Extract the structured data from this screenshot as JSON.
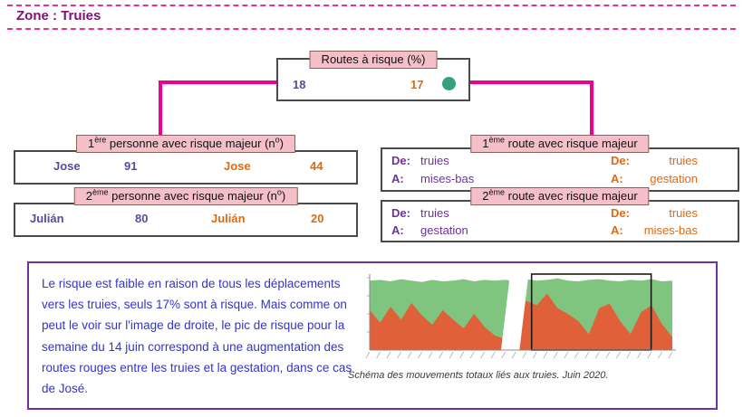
{
  "title": "Zone : Truies",
  "colors": {
    "accent_pink": "#EC008C",
    "tab_pink": "#F5BFCA",
    "purple_values": "#5B4A9E",
    "purple_routes": "#7030A0",
    "orange_values": "#E2690E",
    "status_green": "#35A377",
    "note_blue": "#3434CC",
    "panel_border_purple": "#7030A0"
  },
  "top_box": {
    "header": "Routes à risque (%)",
    "value_left": "18",
    "value_right": "17",
    "status": "green"
  },
  "person_box_1": {
    "rank": "1",
    "rank_sup": "ère",
    "header_mid": " personne avec risque majeur (n",
    "header_sup2": "o",
    "header_end": ")",
    "name_left": "Jose",
    "value_left": "91",
    "name_right": "Jose",
    "value_right": "44"
  },
  "person_box_2": {
    "rank": "2",
    "rank_sup": "ème",
    "header_mid": " personne avec risque majeur (n",
    "header_sup2": "o",
    "header_end": ")",
    "name_left": "Julián",
    "value_left": "80",
    "name_right": "Julián",
    "value_right": "20"
  },
  "route_box_1": {
    "rank": "1",
    "rank_sup": "ème",
    "header_mid": " route avec risque majeur",
    "left": {
      "de_label": "De:",
      "de_value": "truies",
      "a_label": "A:",
      "a_value": "mises-bas"
    },
    "right": {
      "de_label": "De:",
      "de_value": "truies",
      "a_label": "A:",
      "a_value": "gestation"
    }
  },
  "route_box_2": {
    "rank": "2",
    "rank_sup": "ème",
    "header_mid": " route avec risque majeur",
    "left": {
      "de_label": "De:",
      "de_value": "truies",
      "a_label": "A:",
      "a_value": "gestation"
    },
    "right": {
      "de_label": "De:",
      "de_value": "truies",
      "a_label": "A:",
      "a_value": "mises-bas"
    }
  },
  "note": {
    "text": "Le risque est faible en raison de tous les déplacements vers les truies, seuls 17% sont à risque. Mais comme on peut le voir sur l'image de droite, le pic de risque pour la semaine du 14 juin correspond à une augmentation des routes rouges entre les truies et la gestation, dans ce cas de José."
  },
  "figure": {
    "caption": "Schéma des mouvements totaux liés aux truies. Juin 2020."
  },
  "chart_data": {
    "type": "area",
    "title": "",
    "caption": "Schéma des mouvements totaux liés aux truies. Juin 2020.",
    "xlabel": "",
    "ylabel": "",
    "legend": "none",
    "grid": false,
    "ylim": [
      0,
      100
    ],
    "x": [
      1,
      2,
      3,
      4,
      5,
      6,
      7,
      8,
      9,
      10,
      11,
      12,
      13,
      14,
      15,
      16,
      17,
      18,
      19,
      20,
      21,
      22,
      23,
      24,
      25,
      26,
      27,
      28,
      29,
      30
    ],
    "series": [
      {
        "name": "mouvements-totaux-verts",
        "color": "#7FC47F",
        "values": [
          96,
          97,
          95,
          98,
          96,
          94,
          97,
          95,
          96,
          98,
          95,
          97,
          96,
          97,
          95,
          98,
          96,
          97,
          99,
          96,
          95,
          97,
          98,
          96,
          95,
          97,
          96,
          98,
          95,
          96
        ]
      },
      {
        "name": "routes-rouges-a-risque",
        "color": "#E0603A",
        "values": [
          55,
          38,
          60,
          42,
          65,
          48,
          35,
          55,
          42,
          30,
          50,
          32,
          20,
          15,
          72,
          68,
          62,
          78,
          58,
          50,
          40,
          22,
          58,
          64,
          40,
          22,
          52,
          62,
          36,
          18
        ]
      }
    ],
    "data_gap_x_frac": [
      0.44,
      0.525
    ],
    "highlight_box_x_frac": [
      0.535,
      0.93
    ]
  }
}
